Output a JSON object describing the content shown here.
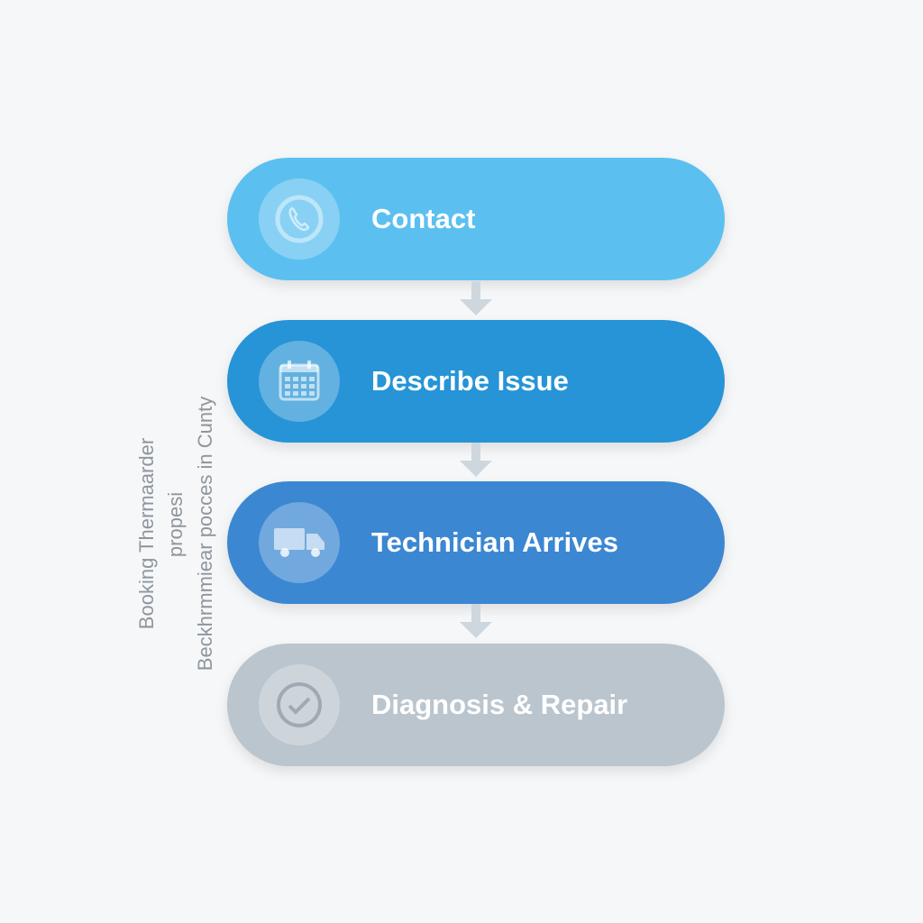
{
  "steps": [
    {
      "label": "Contact",
      "icon": "phone-icon",
      "color": "#5BC0F0"
    },
    {
      "label": "Describe Issue",
      "icon": "calendar-icon",
      "color": "#2694D6"
    },
    {
      "label": "Technician Arrives",
      "icon": "truck-icon",
      "color": "#3B87D2"
    },
    {
      "label": "Diagnosis & Repair",
      "icon": "check-circle-icon",
      "color": "#BAC5CE"
    }
  ],
  "side_text": {
    "line1": "Booking Thermaarder",
    "line2": "propesi",
    "line3": "Beckhrmmiear pocces in Cunty"
  },
  "arrow_color": "#CFD7DE"
}
